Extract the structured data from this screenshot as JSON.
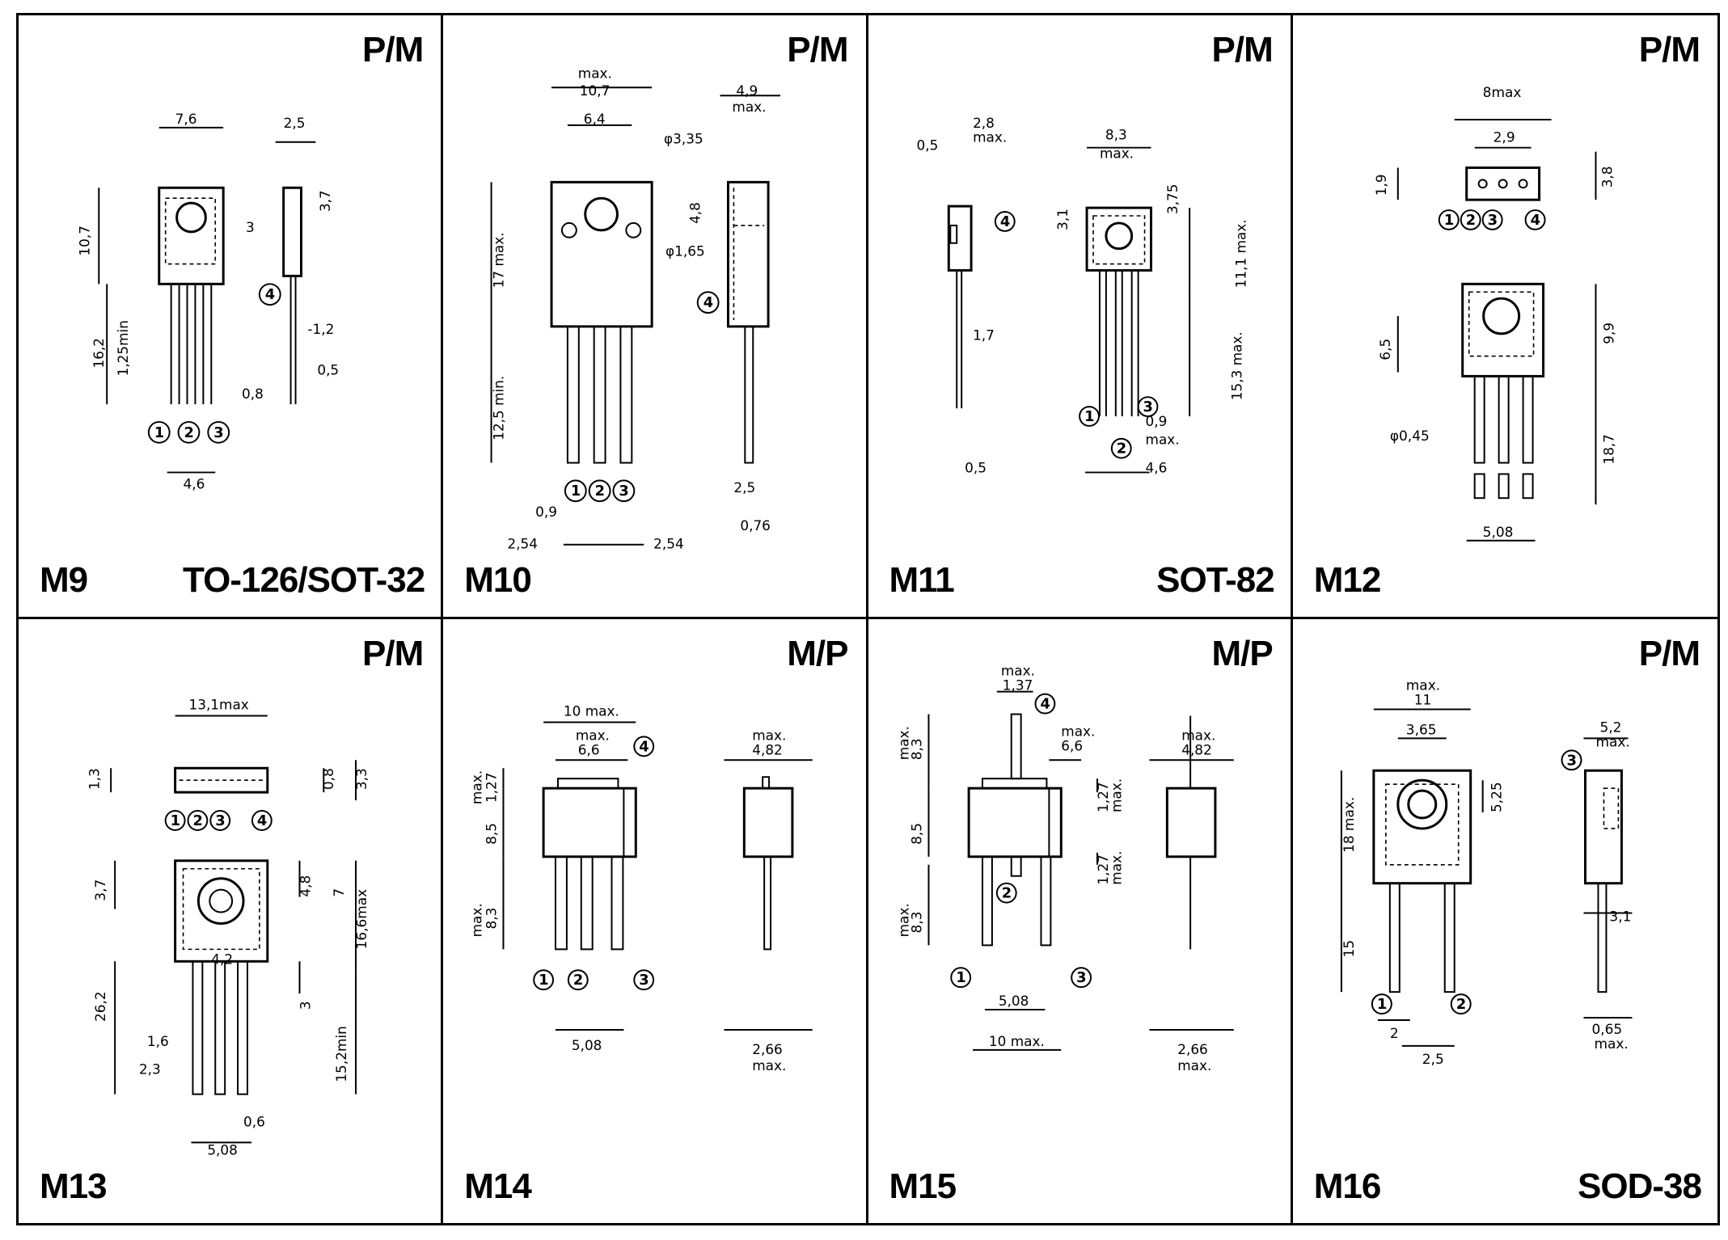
{
  "panels": [
    {
      "model": "M9",
      "code": "P/M",
      "package": "TO-126/SOT-32",
      "dims": [
        "7,6",
        "2,5",
        "3,7",
        "10,7",
        "3",
        "16,2",
        "1,25min",
        "-1,2",
        "0,5",
        "0,8",
        "4,6"
      ],
      "pins": [
        "1",
        "2",
        "3",
        "4"
      ]
    },
    {
      "model": "M10",
      "code": "P/M",
      "package": "",
      "dims": [
        "max.",
        "10,7",
        "6,4",
        "4,9",
        "max.",
        "φ3,35",
        "4,8",
        "φ1,65",
        "17 max.",
        "12,5 min.",
        "0,9",
        "2,54",
        "2,54",
        "2,5",
        "0,76"
      ],
      "pins": [
        "1",
        "2",
        "3",
        "4"
      ]
    },
    {
      "model": "M11",
      "code": "P/M",
      "package": "SOT-82",
      "dims": [
        "2,8",
        "max.",
        "0,5",
        "8,3",
        "max.",
        "3,1",
        "3,75",
        "11,1 max.",
        "1,7",
        "15,3 max.",
        "0,9",
        "max.",
        "0,5",
        "4,6"
      ],
      "pins": [
        "1",
        "2",
        "3",
        "4"
      ]
    },
    {
      "model": "M12",
      "code": "P/M",
      "package": "",
      "dims": [
        "8max",
        "2,9",
        "1,9",
        "3,8",
        "6,5",
        "9,9",
        "φ0,45",
        "18,7",
        "5,08"
      ],
      "pins": [
        "1",
        "2",
        "3",
        "4"
      ]
    },
    {
      "model": "M13",
      "code": "P/M",
      "package": "",
      "dims": [
        "13,1max",
        "1,3",
        "0,8",
        "3,3",
        "3,7",
        "4,8",
        "7",
        "16,6max",
        "4,2",
        "26,2",
        "3",
        "1,6",
        "15,2min",
        "2,3",
        "0,6",
        "5,08"
      ],
      "pins": [
        "1",
        "2",
        "3",
        "4"
      ]
    },
    {
      "model": "M14",
      "code": "M/P",
      "package": "",
      "dims": [
        "10 max.",
        "max.",
        "6,6",
        "max.",
        "4,82",
        "max.",
        "1,27",
        "8,5",
        "max.",
        "8,3",
        "5,08",
        "2,66",
        "max."
      ],
      "pins": [
        "1",
        "2",
        "3",
        "4"
      ]
    },
    {
      "model": "M15",
      "code": "M/P",
      "package": "",
      "dims": [
        "max.",
        "1,37",
        "max.",
        "8,3",
        "max.",
        "6,6",
        "max.",
        "4,82",
        "8,5",
        "1,27",
        "max.",
        "1,27",
        "max.",
        "max.",
        "8,3",
        "5,08",
        "10 max.",
        "2,66",
        "max."
      ],
      "pins": [
        "1",
        "2",
        "3",
        "4"
      ]
    },
    {
      "model": "M16",
      "code": "P/M",
      "package": "SOD-38",
      "dims": [
        "max.",
        "11",
        "3,65",
        "5,2",
        "max.",
        "5,25",
        "18 max.",
        "3,1",
        "15",
        "2",
        "2,5",
        "0,65",
        "max."
      ],
      "pins": [
        "1",
        "2",
        "3"
      ]
    }
  ]
}
